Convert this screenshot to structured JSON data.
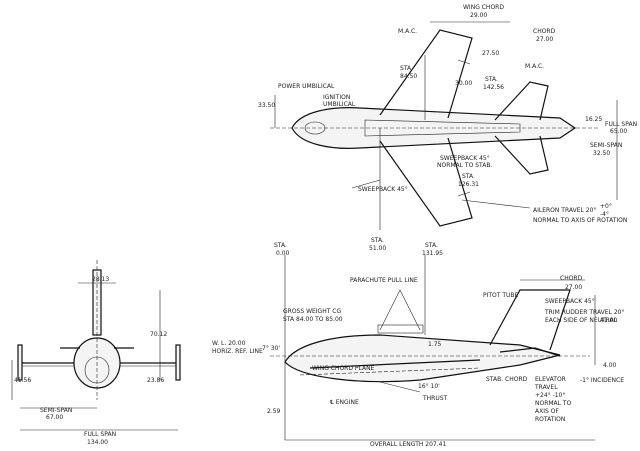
{
  "top_view": {
    "wing_chord": "WING CHORD",
    "wing_chord_val": "29.00",
    "chord": "CHORD",
    "chord_val": "27.00",
    "mac1": "M.A.C.",
    "mac2": "M.A.C.",
    "sta_8450": "STA.",
    "sta_8450_val": "84.50",
    "dim_2750": "27.50",
    "dim_3000": "30.00",
    "sta_14256": "STA.",
    "sta_14256_val": "142.56",
    "power_umbilical": "POWER UMBILICAL",
    "ignition": "IGNITION",
    "umbilical": "UMBILICAL",
    "dim_3350": "33.50",
    "dim_1625": "16.25",
    "full_span": "FULL SPAN",
    "full_span_val": "65.00",
    "semi_span": "SEMI-SPAN",
    "semi_span_val": "32.50",
    "sweepback1": "SWEEPBACK 45°",
    "normal_stab": "NORMAL TO STAB.",
    "sta_12631": "STA.",
    "sta_12631_val": "126.31",
    "sweepback2": "SWEEPBACK 45°",
    "aileron1": "AILERON TRAVEL 20°",
    "aileron_plus": "+0°",
    "aileron_minus": "-4°",
    "aileron2": "NORMAL TO AXIS OF ROTATION",
    "sta_5100": "STA.",
    "sta_5100_val": "51.00"
  },
  "front_view": {
    "dim_2813": "28.13",
    "dim_7012": "70.12",
    "dim_4156": "41.56",
    "dim_2386": "23.86",
    "semi_span": "SEMI-SPAN",
    "semi_span_val": "67.00",
    "full_span": "FULL SPAN",
    "full_span_val": "134.00"
  },
  "side_view": {
    "sta_000": "STA.",
    "sta_000_val": "0.00",
    "sta_13195": "STA.",
    "sta_13195_val": "131.95",
    "parachute": "PARACHUTE PULL LINE",
    "chord": "CHORD",
    "chord_val": "27.00",
    "pitot": "PITOT TUBE",
    "sweepback": "SWEEPBACK 45°",
    "dim_4100": "41.00",
    "gross1": "GROSS WEIGHT CG",
    "gross2": "STA 84.00 TO 85.00",
    "trim1": "TRIM RUDDER TRAVEL 20°",
    "trim2": "EACH SIDE OF NEUTRAL",
    "wl1": "W. L. 20.00",
    "wl2": "HORIZ. REF. LINE",
    "angle": "7° 30'",
    "dim_175": "1.75",
    "dim_400": "4.00",
    "incidence": "-1° INCIDENCE",
    "wing_plane": "WING CHORD PLANE",
    "cl_engine": "℄ ENGINE",
    "thrust_angle": "16° 10'",
    "thrust": "THRUST",
    "stab_chord": "STAB. CHORD",
    "elev1": "ELEVATOR",
    "elev2": "TRAVEL",
    "elev3": "+24° -10°",
    "elev4": "NORMAL TO",
    "elev5": "AXIS OF",
    "elev6": "ROTATION",
    "dim_259": "2.59",
    "overall": "OVERALL LENGTH 207.41"
  }
}
